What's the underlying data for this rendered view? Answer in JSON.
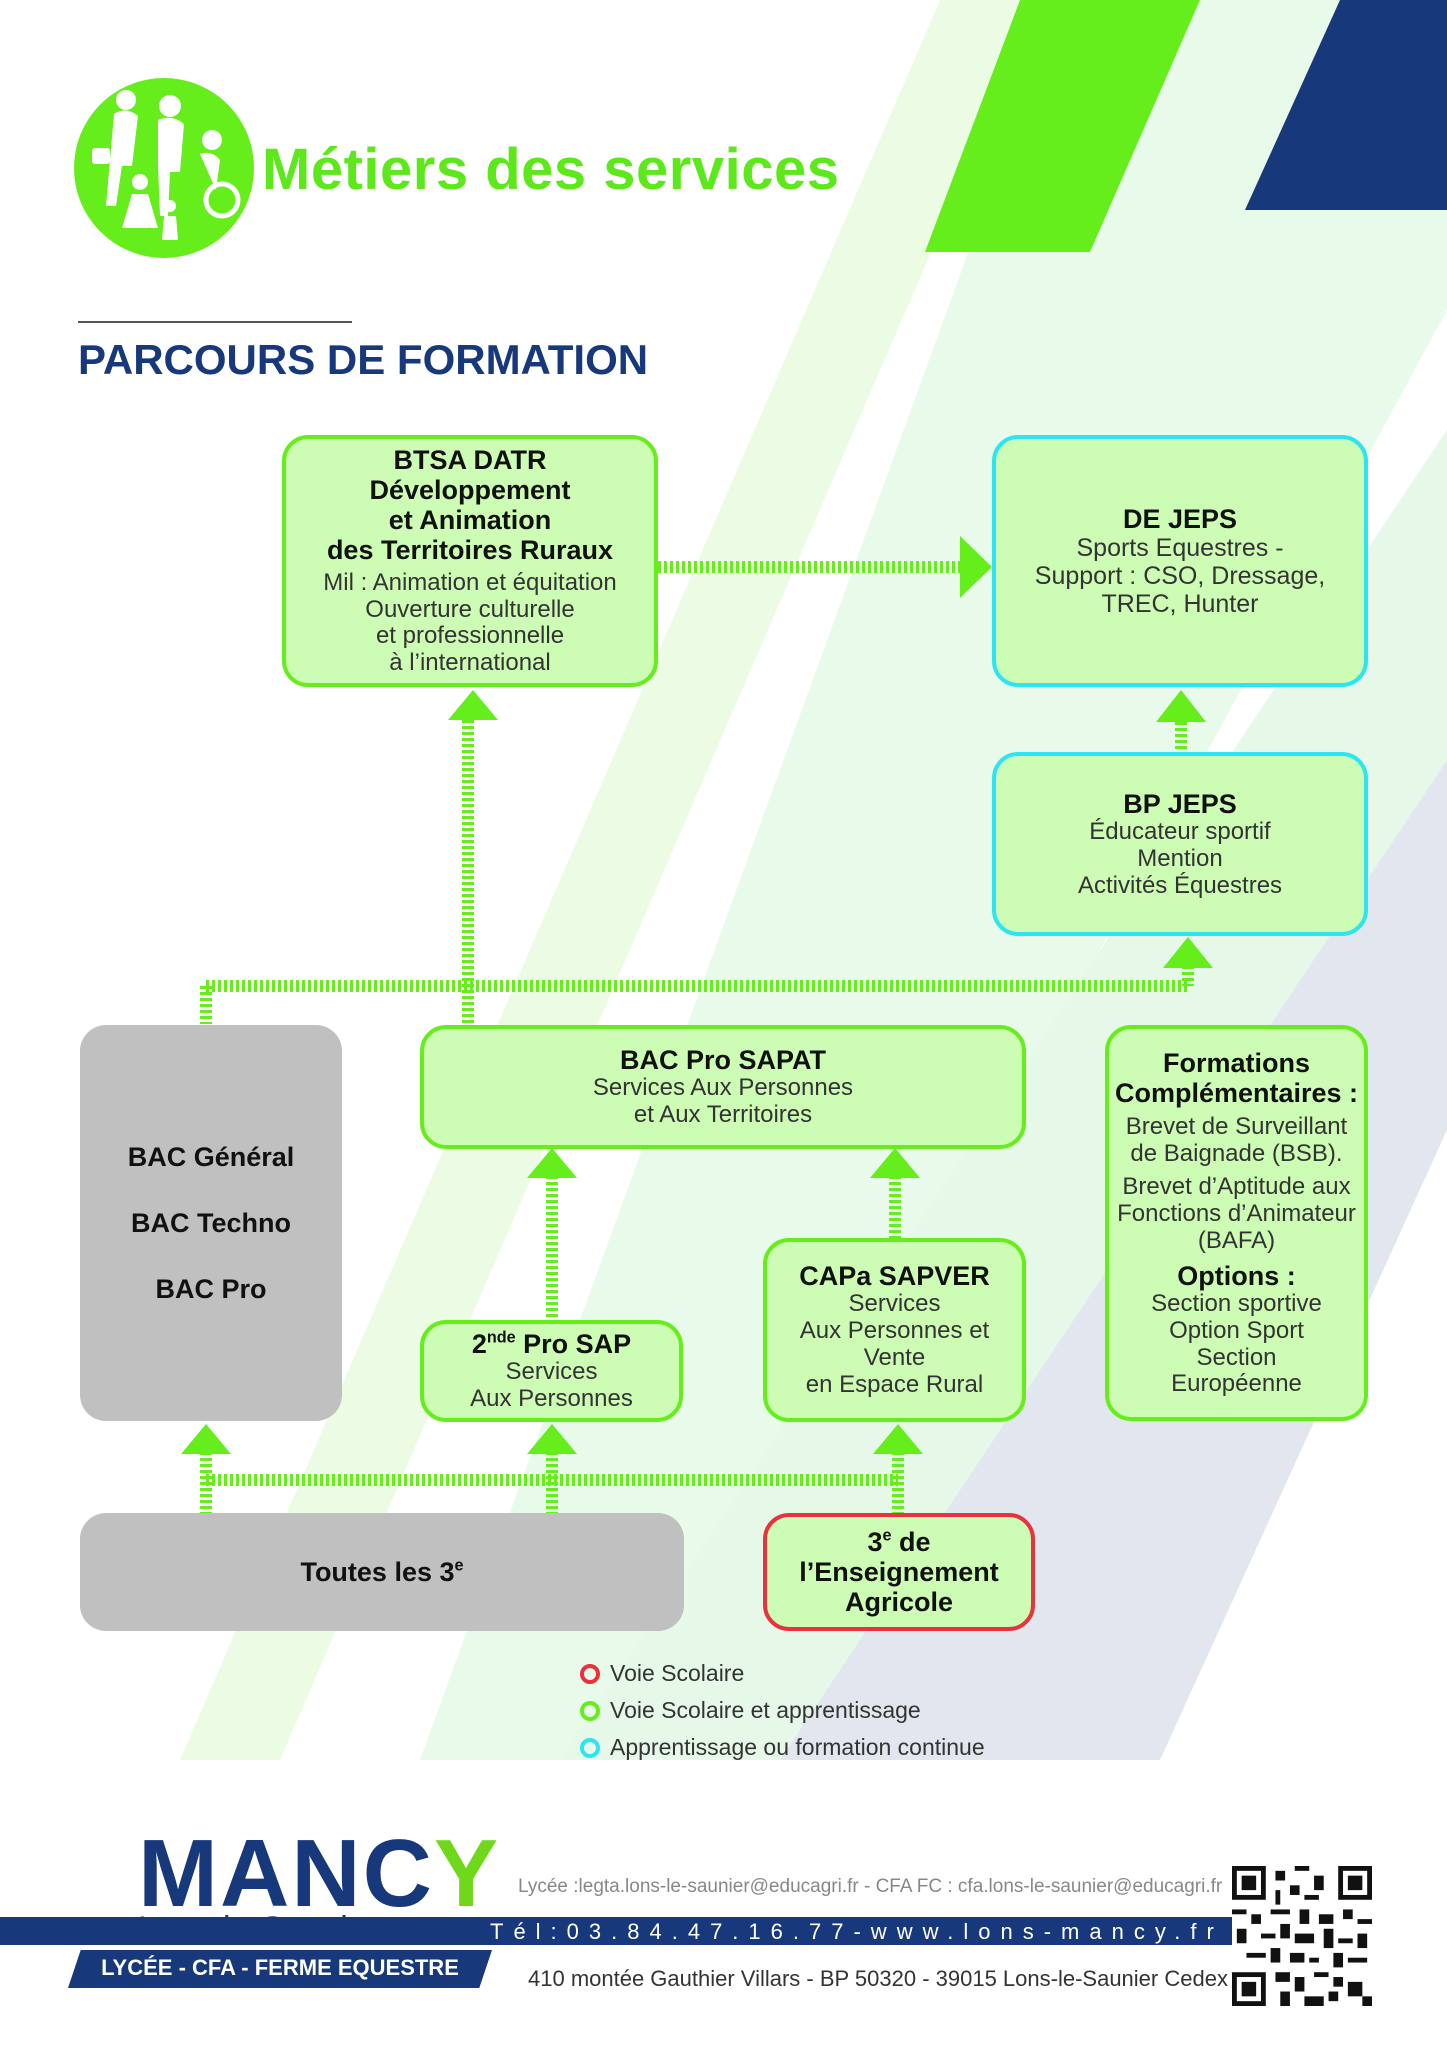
{
  "header": {
    "title": "Métiers des services",
    "section_title": "PARCOURS DE FORMATION"
  },
  "boxes": {
    "btsa": {
      "title_lines": [
        "BTSA DATR",
        "Développement",
        "et Animation",
        "des Territoires Ruraux"
      ],
      "detail_lines": [
        "Mil : Animation et équitation",
        "Ouverture culturelle",
        "et professionnelle",
        "à l’international"
      ]
    },
    "dejeps": {
      "title": "DE JEPS",
      "detail_lines": [
        "Sports Equestres -",
        "Support : CSO, Dressage,",
        "TREC, Hunter"
      ]
    },
    "bpjeps": {
      "title": "BP JEPS",
      "detail_lines": [
        "Éducateur sportif",
        "Mention",
        "Activités Équestres"
      ]
    },
    "bac_general": {
      "lines": [
        "BAC Général",
        "BAC Techno",
        "BAC Pro"
      ]
    },
    "bac_pro_sapat": {
      "title": "BAC Pro SAPAT",
      "detail_lines": [
        "Services Aux Personnes",
        "et Aux Territoires"
      ]
    },
    "formations": {
      "title_lines": [
        "Formations",
        "Complémentaires :"
      ],
      "detail_lines_1": [
        "Brevet de Surveillant",
        "de Baignade (BSB)."
      ],
      "detail_lines_2": [
        "Brevet d’Aptitude aux",
        "Fonctions d’Animateur",
        "(BAFA)"
      ],
      "options_title": "Options :",
      "options_lines": [
        "Section sportive",
        "Option Sport",
        "Section",
        "Européenne"
      ]
    },
    "seconde_pro": {
      "title_prefix": "2",
      "title_sup": "nde",
      "title_suffix": " Pro SAP",
      "detail_lines": [
        "Services",
        "Aux Personnes"
      ]
    },
    "capa": {
      "title": "CAPa SAPVER",
      "detail_lines": [
        "Services",
        "Aux Personnes et Vente",
        "en Espace Rural"
      ]
    },
    "toutes": {
      "label_prefix": "Toutes les 3",
      "label_sup": "e"
    },
    "troisieme_agri": {
      "line1_prefix": "3",
      "line1_sup": "e",
      "line1_suffix": " de",
      "line2": "l’Enseignement",
      "line3": "Agricole"
    }
  },
  "legend": [
    {
      "label": "Voie Scolaire",
      "color": "#e8323c"
    },
    {
      "label": "Voie Scolaire et apprentissage",
      "color": "#66ee1c"
    },
    {
      "label": "Apprentissage ou formation continue",
      "color": "#2de5f0"
    }
  ],
  "footer": {
    "brand_main": "MANC",
    "brand_accent": "Y",
    "brand_city": "Lons-le-Saunier",
    "tagline": "LYCÉE - CFA - FERME EQUESTRE",
    "emails": "Lycée :legta.lons-le-saunier@educagri.fr  - CFA FC : cfa.lons-le-saunier@educagri.fr",
    "phone_web": "Tél:03.84.47.16.77-www.lons-mancy.fr",
    "address": "410 montée Gauthier Villars - BP 50320 - 39015 Lons-le-Saunier Cedex"
  },
  "colors": {
    "green": "#66ee1c",
    "light_green_fill": "#cdfdb4",
    "cyan": "#2de5f0",
    "red": "#e8323c",
    "navy": "#17387a",
    "grey_box": "#c0c0c0"
  }
}
